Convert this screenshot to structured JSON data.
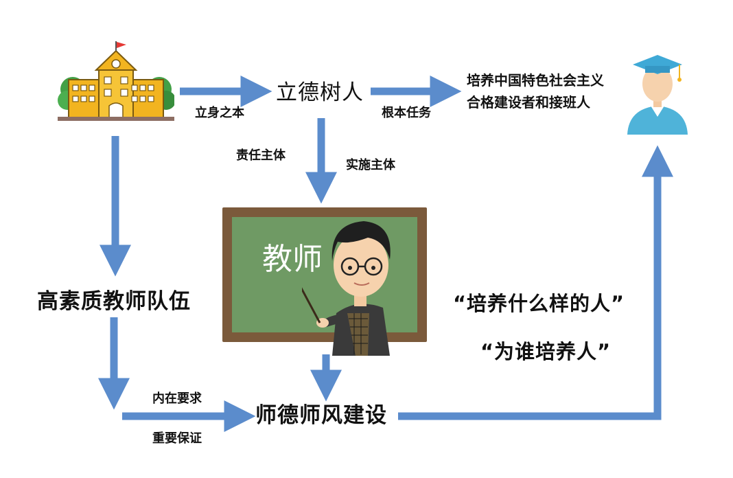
{
  "nodes": {
    "lide_shuren": "立德树人",
    "goal_line1": "培养中国特色社会主义",
    "goal_line2": "合格建设者和接班人",
    "high_quality_teachers": "高素质教师队伍",
    "ethics_building": "师德师风建设"
  },
  "board": {
    "label": "教师",
    "color": "#6f9a64",
    "frame_color": "#7b5a3b"
  },
  "edge_labels": {
    "foundation": "立身之本",
    "fundamental_task": "根本任务",
    "responsible_subject": "责任主体",
    "implementing_subject": "实施主体",
    "inner_requirement": "内在要求",
    "important_guarantee": "重要保证"
  },
  "questions": {
    "q1": "“培养什么样的人”",
    "q2": "“为谁培养人”"
  },
  "colors": {
    "arrow": "#5b8ccc",
    "arrow_edge": "#3f6fae",
    "school": "#f2b420",
    "tree": "#4caf50",
    "student": "#4fb3d9"
  }
}
